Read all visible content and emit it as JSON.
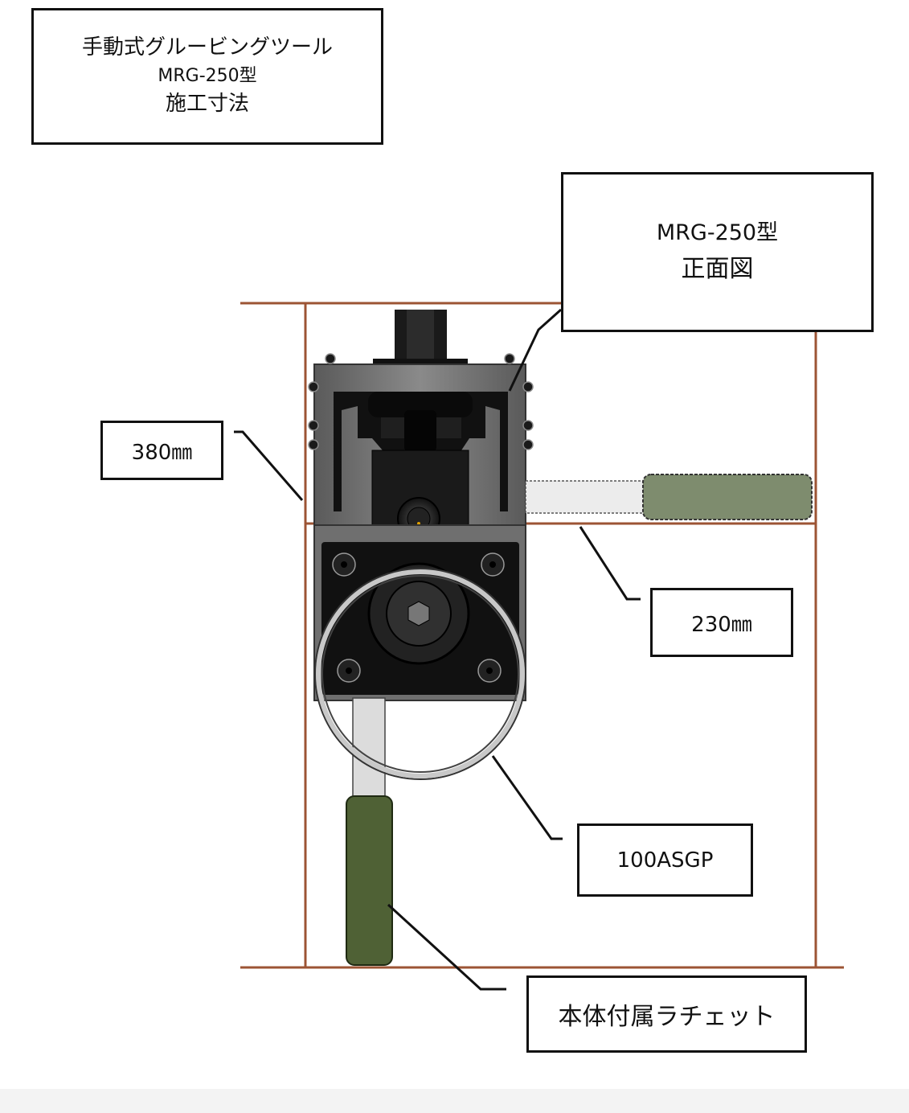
{
  "title_box": {
    "line1": "手動式グルービングツール",
    "line2": "MRG-250型",
    "line3": "施工寸法"
  },
  "view_box": {
    "line1": "MRG-250型",
    "line2": "正面図"
  },
  "dimensions": {
    "height_label": "380㎜",
    "width_label": "230㎜"
  },
  "callouts": {
    "pipe_label": "100ASGP",
    "ratchet_label": "本体付属ラチェット"
  },
  "colors": {
    "dimension_line": "#9c5434",
    "tool_body": "#6f6f6f",
    "tool_dark": "#111111",
    "handle_green": "#4f6135",
    "handle_light": "#7e8c6e",
    "pipe_ring": "#9a9a9a"
  }
}
